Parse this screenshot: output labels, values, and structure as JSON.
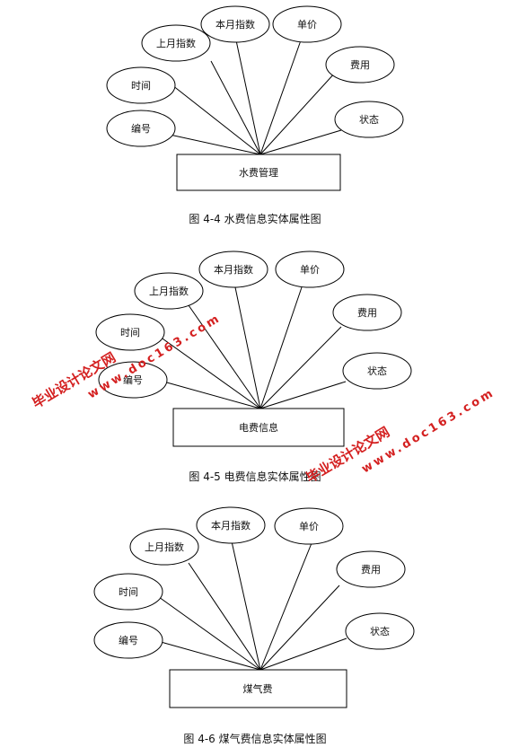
{
  "diagrams": [
    {
      "entity": "水费管理",
      "attributes": [
        "编号",
        "时间",
        "上月指数",
        "本月指数",
        "单价",
        "费用",
        "状态"
      ],
      "caption": "图 4-4 水费信息实体属性图"
    },
    {
      "entity": "电费信息",
      "attributes": [
        "编号",
        "时间",
        "上月指数",
        "本月指数",
        "单价",
        "费用",
        "状态"
      ],
      "caption": "图 4-5 电费信息实体属性图"
    },
    {
      "entity": "煤气费",
      "attributes": [
        "编号",
        "时间",
        "上月指数",
        "本月指数",
        "单价",
        "费用",
        "状态"
      ],
      "caption": "图 4-6 煤气费信息实体属性图"
    }
  ],
  "watermark": {
    "line1": "毕业设计论文网",
    "line2": "www.doc163.com",
    "color": "#d42020"
  }
}
